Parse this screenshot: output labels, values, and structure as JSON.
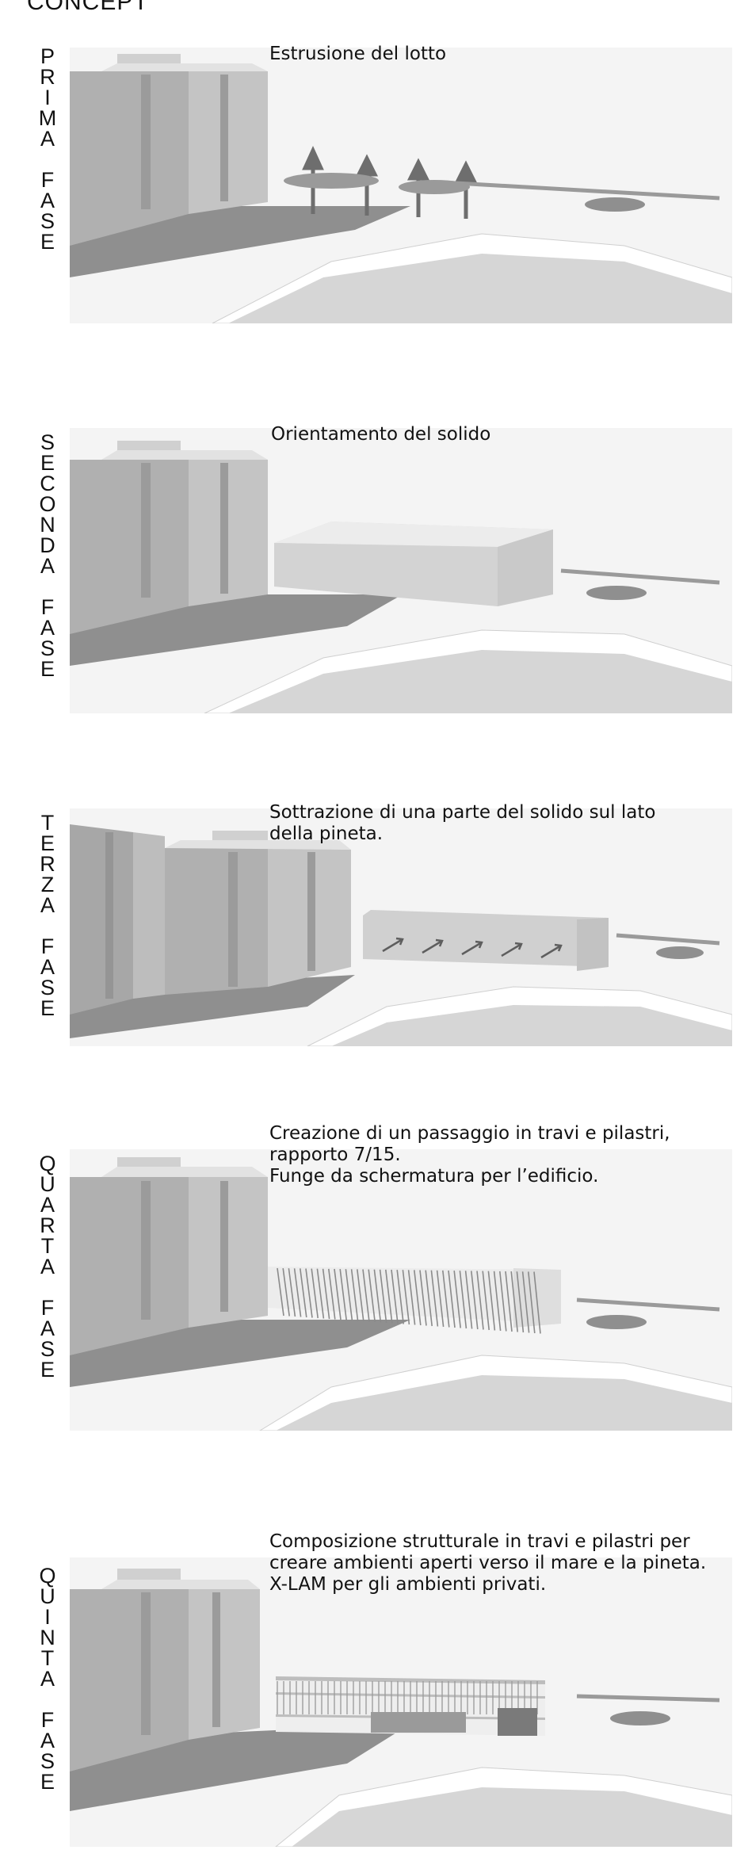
{
  "page": {
    "title": "CONCEPT"
  },
  "phases": [
    {
      "ordinal_letters": [
        "P",
        "R",
        "I",
        "M",
        "A"
      ],
      "fase_letters": [
        "F",
        "A",
        "S",
        "E"
      ],
      "caption": "Estrusione del lotto"
    },
    {
      "ordinal_letters": [
        "S",
        "E",
        "C",
        "O",
        "N",
        "D",
        "A"
      ],
      "fase_letters": [
        "F",
        "A",
        "S",
        "E"
      ],
      "caption": "Orientamento del solido"
    },
    {
      "ordinal_letters": [
        "T",
        "E",
        "R",
        "Z",
        "A"
      ],
      "fase_letters": [
        "F",
        "A",
        "S",
        "E"
      ],
      "caption": "Sottrazione di una parte del solido sul lato\n            della pineta."
    },
    {
      "ordinal_letters": [
        "Q",
        "U",
        "A",
        "R",
        "T",
        "A"
      ],
      "fase_letters": [
        "F",
        "A",
        "S",
        "E"
      ],
      "caption": "Creazione di un passaggio in travi e pilastri,\nrapporto 7/15.\nFunge da schermatura per l’edificio."
    },
    {
      "ordinal_letters": [
        "Q",
        "U",
        "I",
        "N",
        "T",
        "A"
      ],
      "fase_letters": [
        "F",
        "A",
        "S",
        "E"
      ],
      "caption": "Composizione strutturale in travi e pilastri per\ncreare ambienti aperti verso il mare e la pineta.\nX-LAM per gli ambienti privati."
    }
  ]
}
